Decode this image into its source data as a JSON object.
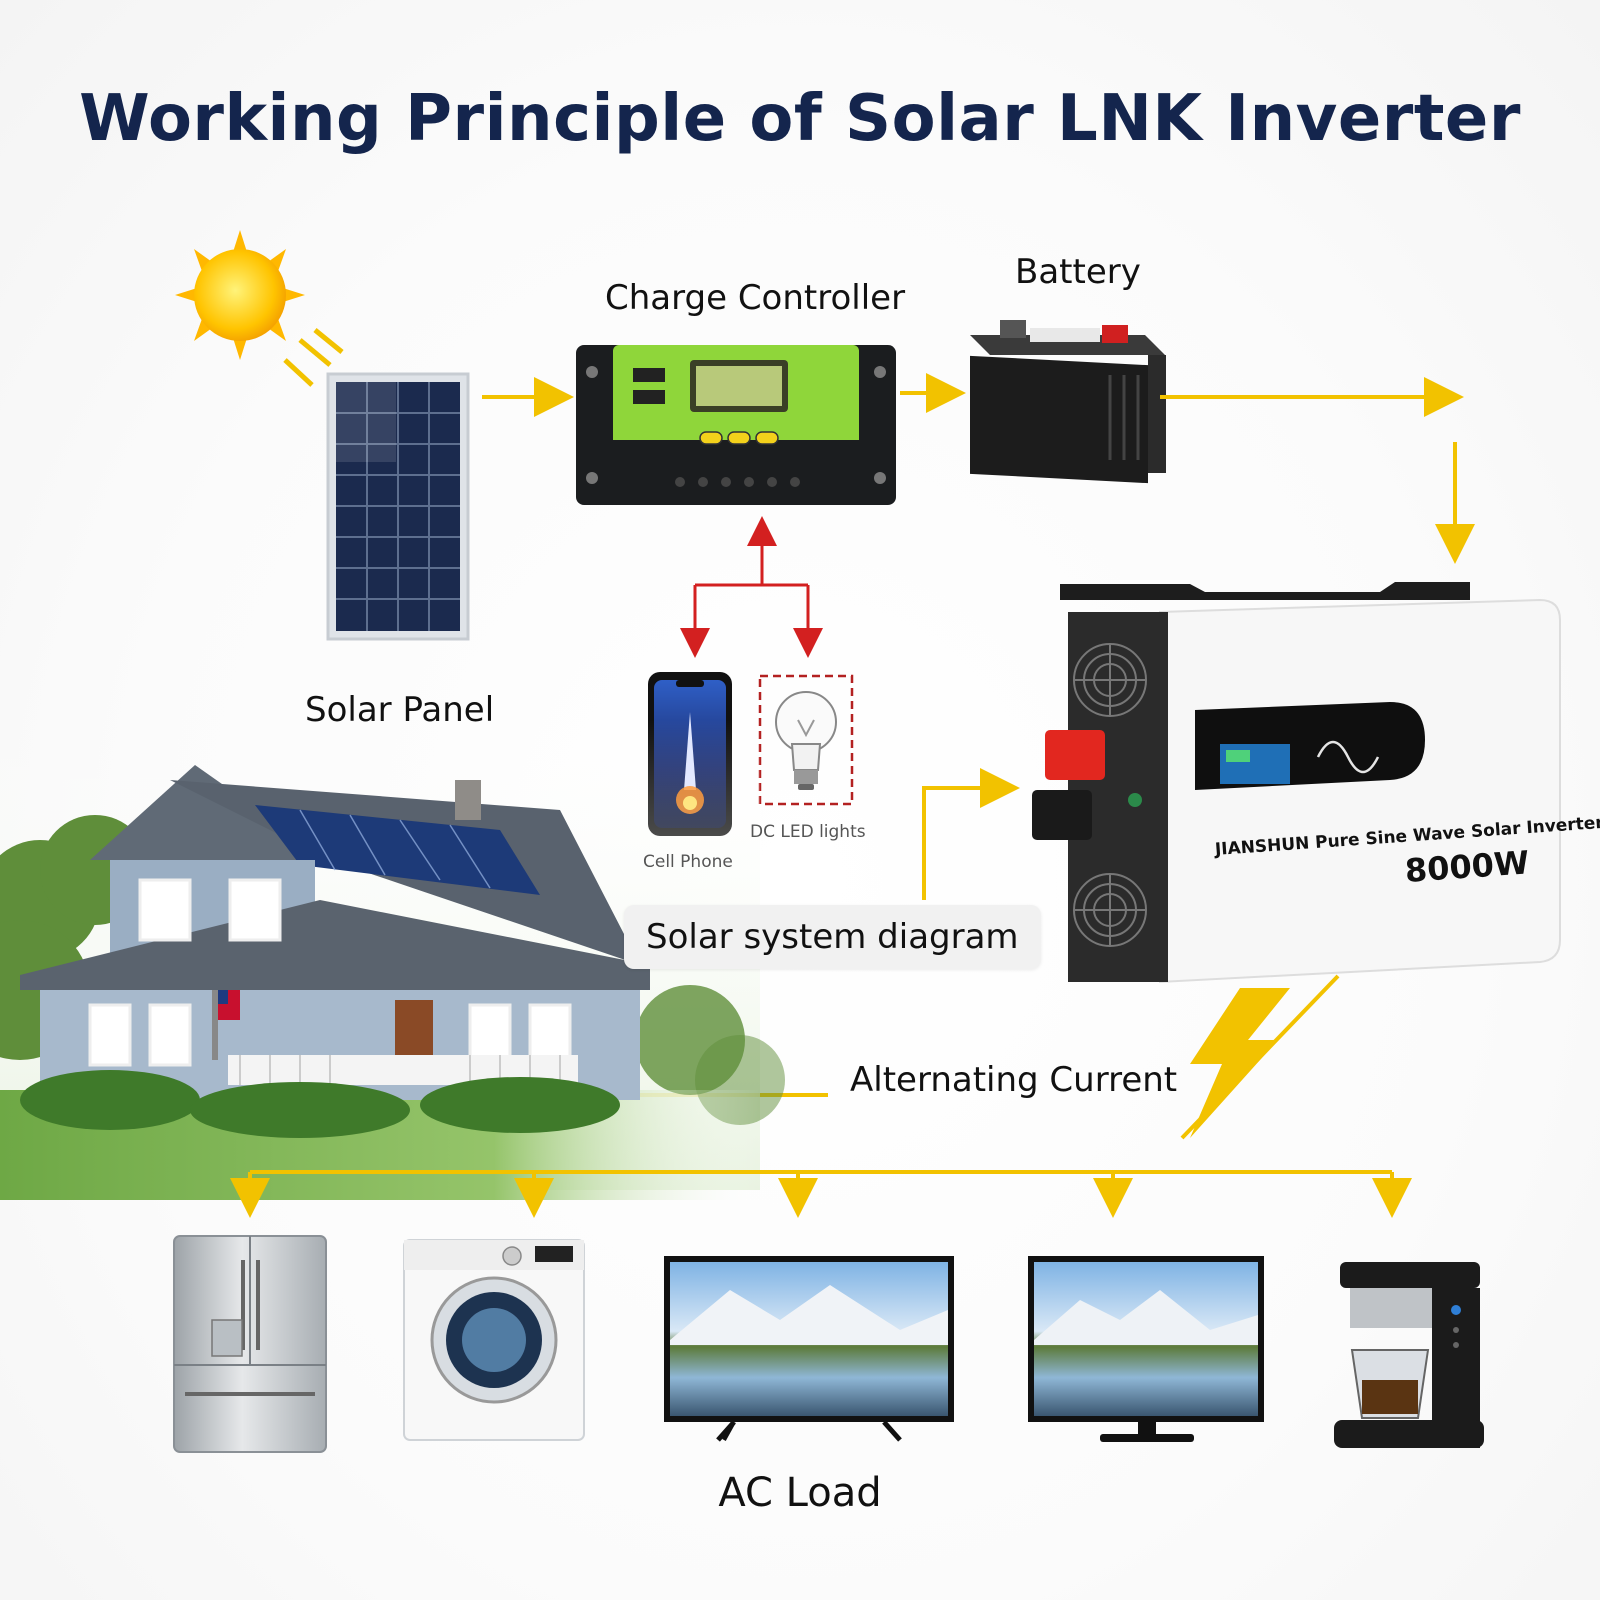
{
  "title": "Working Principle of Solar LNK Inverter",
  "labels": {
    "solar_panel": "Solar Panel",
    "charge_controller": "Charge Controller",
    "battery": "Battery",
    "cell_phone": "Cell Phone",
    "dc_led_lights": "DC LED lights",
    "solar_system_diagram": "Solar system diagram",
    "alternating_current": "Alternating Current",
    "ac_load": "AC Load"
  },
  "inverter": {
    "brand_line": "JIANSHUN Pure Sine Wave Solar Inverter",
    "wattage": "8000W"
  },
  "colors": {
    "title": "#14254d",
    "flow_arrow": "#f2c200",
    "dc_arrow": "#d32020",
    "controller_green": "#8fd63a"
  },
  "icons": [
    "sun-icon",
    "solar-panel-icon",
    "charge-controller-icon",
    "battery-icon",
    "cell-phone-icon",
    "light-bulb-icon",
    "house-icon",
    "inverter-icon",
    "lightning-icon",
    "refrigerator-icon",
    "washing-machine-icon",
    "tv-icon",
    "monitor-icon",
    "coffee-maker-icon"
  ]
}
